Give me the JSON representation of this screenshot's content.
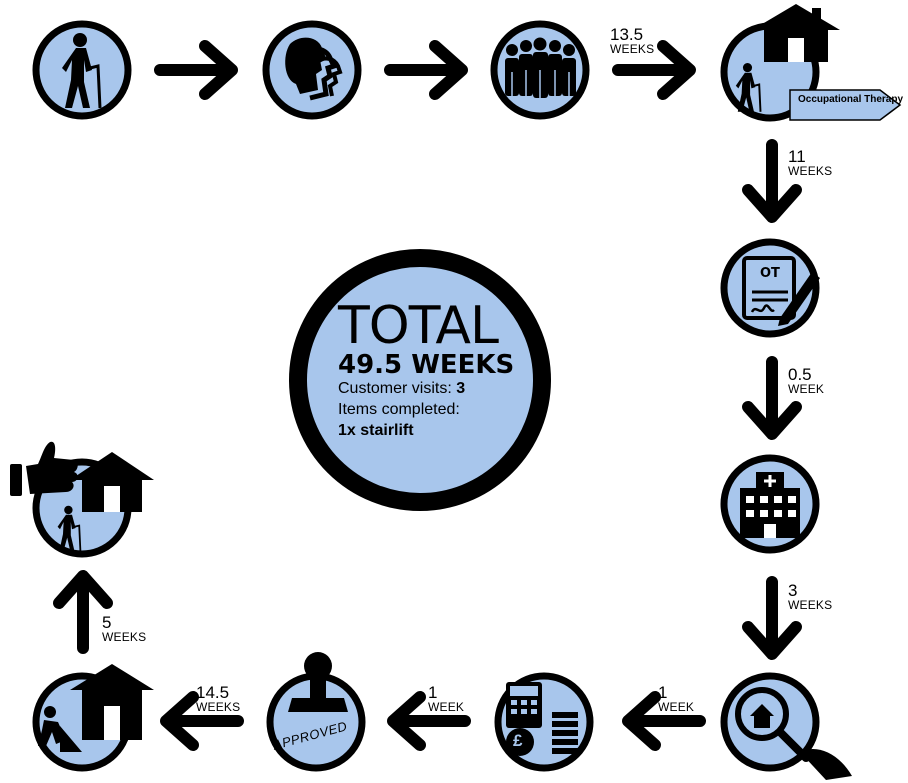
{
  "colors": {
    "circle_fill": "#a8c6ec",
    "outline": "#000000",
    "background": "#ffffff"
  },
  "steps": [
    {
      "id": "customer",
      "icon": "elderly-person-icon"
    },
    {
      "id": "contact",
      "icon": "people-profiles-icon"
    },
    {
      "id": "queue",
      "icon": "queue-people-icon"
    },
    {
      "id": "ot-visit",
      "icon": "house-person-icon",
      "label": "Occupational Therapy"
    },
    {
      "id": "ot-report",
      "icon": "ot-document-signing-icon",
      "doc_label": "OT"
    },
    {
      "id": "hospital",
      "icon": "hospital-icon"
    },
    {
      "id": "survey",
      "icon": "house-magnifier-icon"
    },
    {
      "id": "costing",
      "icon": "calculator-money-icon"
    },
    {
      "id": "approval",
      "icon": "approval-stamp-icon",
      "stamp_text": "APPROVED"
    },
    {
      "id": "works",
      "icon": "builder-house-icon"
    },
    {
      "id": "complete",
      "icon": "thumbs-up-house-icon"
    }
  ],
  "durations": {
    "d1": {
      "num": "13.5",
      "unit": "WEEKS"
    },
    "d2": {
      "num": "11",
      "unit": "WEEKS"
    },
    "d3": {
      "num": "0.5",
      "unit": "WEEK"
    },
    "d4": {
      "num": "3",
      "unit": "WEEKS"
    },
    "d5": {
      "num": "1",
      "unit": "WEEK"
    },
    "d6": {
      "num": "1",
      "unit": "WEEK"
    },
    "d7": {
      "num": "14.5",
      "unit": "WEEKS"
    },
    "d8": {
      "num": "5",
      "unit": "WEEKS"
    }
  },
  "summary": {
    "title": "TOTAL",
    "total": "49.5 WEEKS",
    "visits_label": "Customer visits: ",
    "visits_value": "3",
    "items_label": "Items completed:",
    "items_value": "1x stairlift"
  }
}
